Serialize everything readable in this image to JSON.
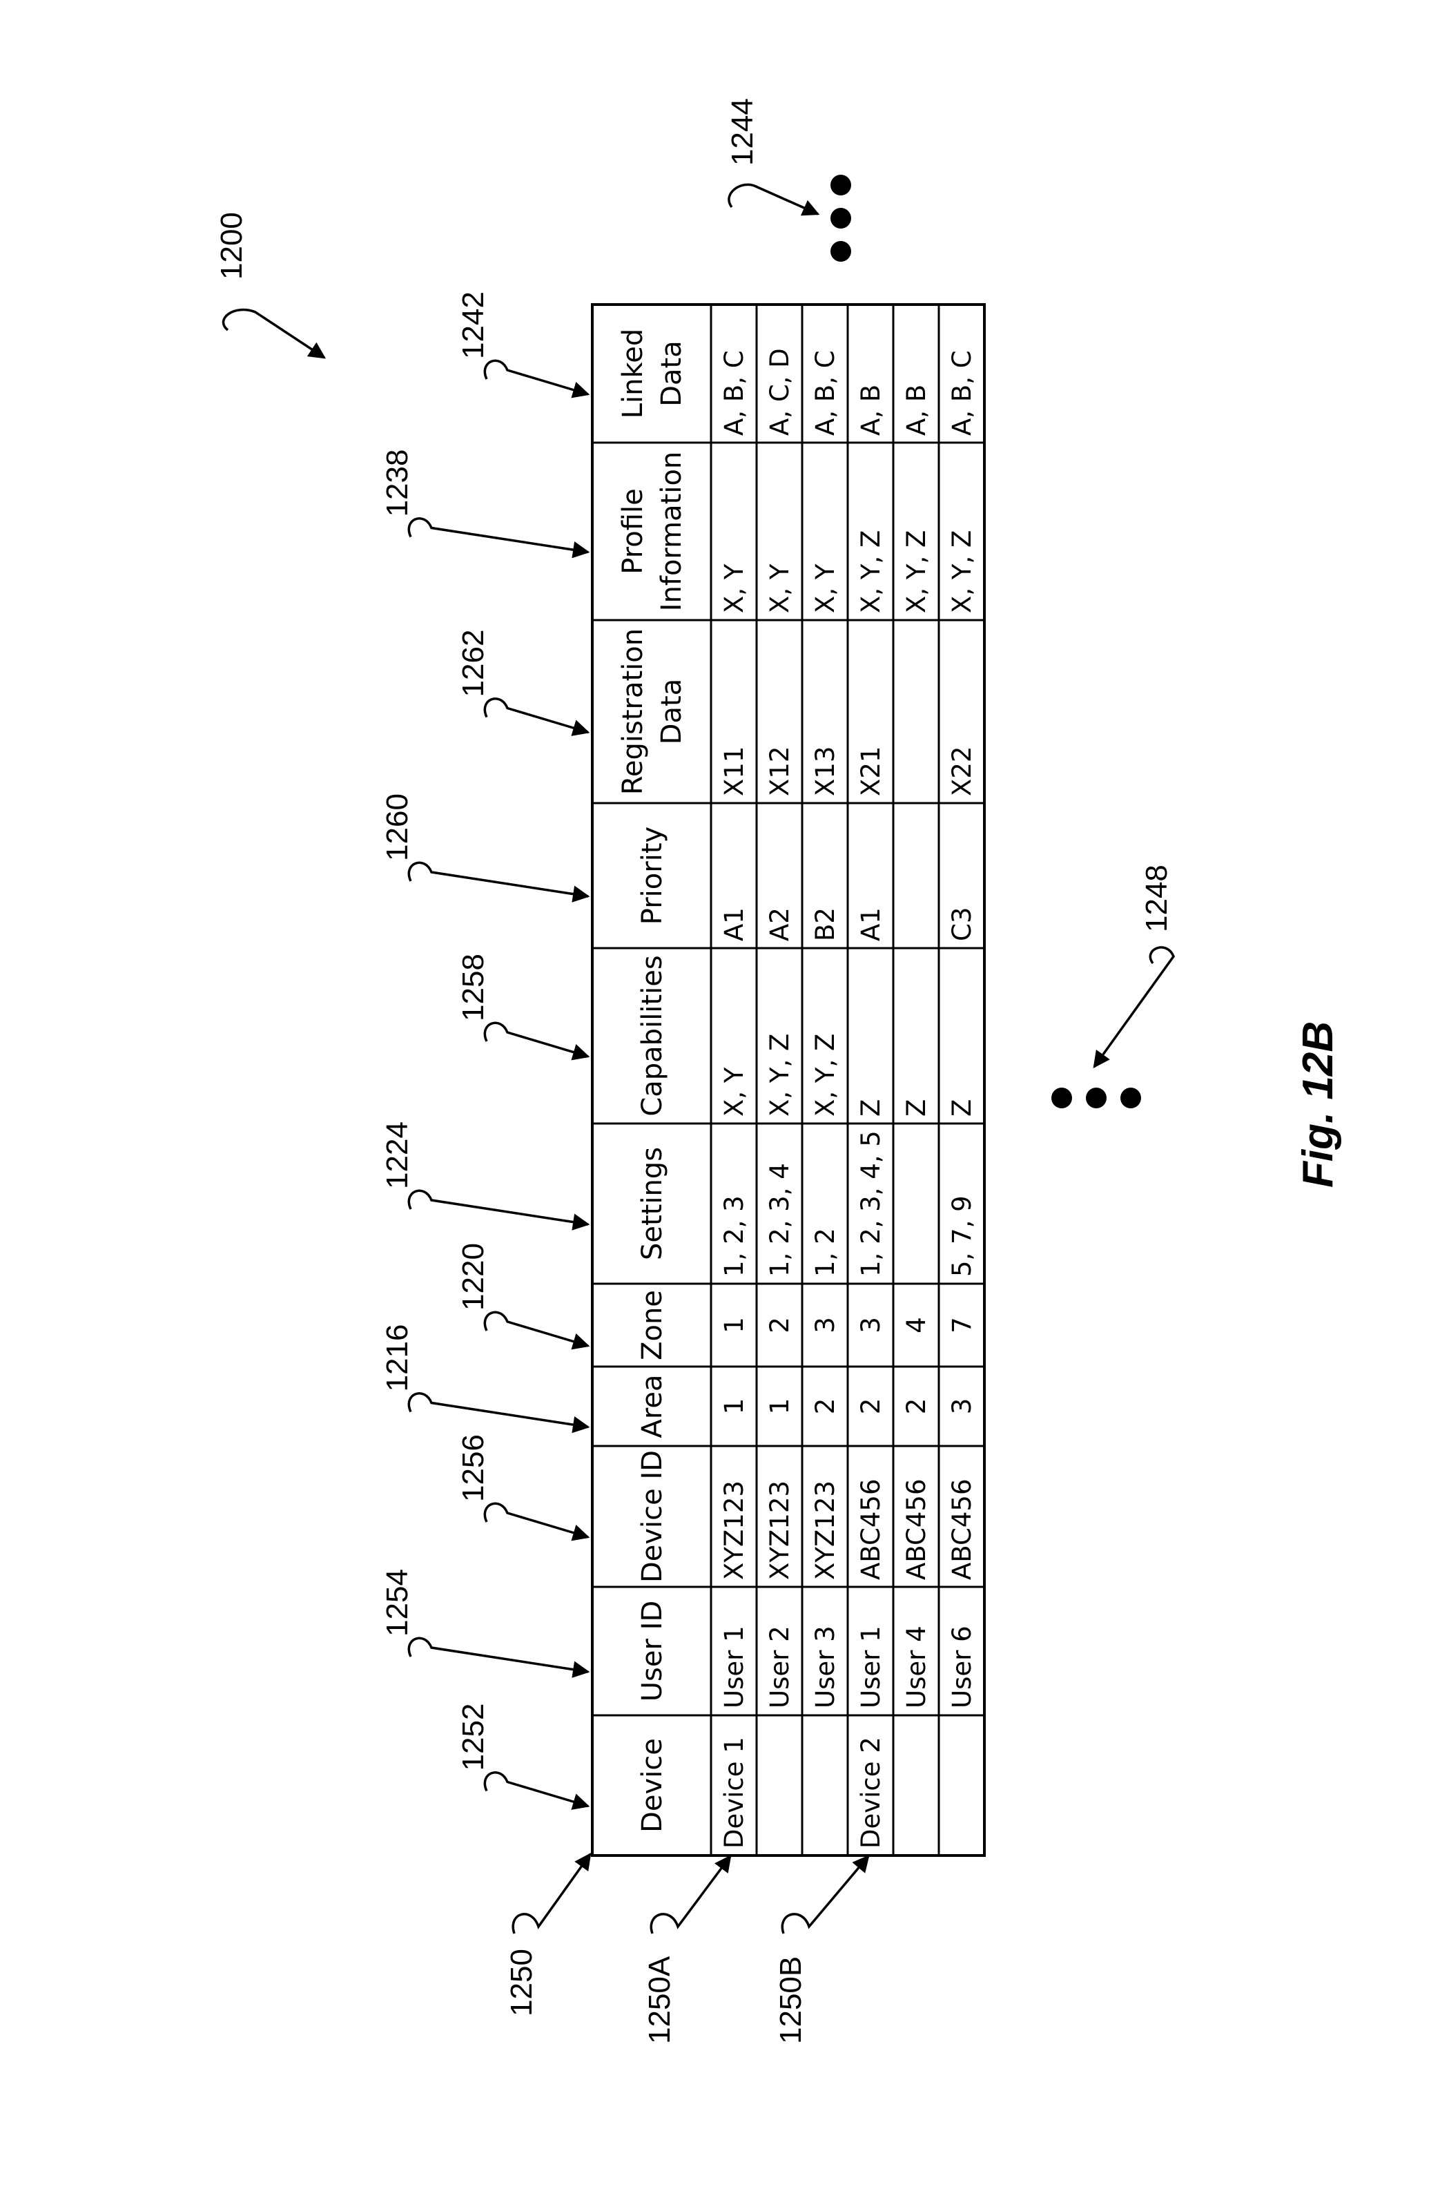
{
  "figure": {
    "caption": "Fig. 12B",
    "ref_main": "1200",
    "ref_table": "1250",
    "ref_row_a": "1250A",
    "ref_row_b": "1250B",
    "ref_more_columns": "1244",
    "ref_more_rows": "1248"
  },
  "table": {
    "columns": [
      {
        "ref": "1252",
        "label": [
          "Device"
        ]
      },
      {
        "ref": "1254",
        "label": [
          "User ID"
        ]
      },
      {
        "ref": "1256",
        "label": [
          "Device ID"
        ]
      },
      {
        "ref": "1216",
        "label": [
          "Area"
        ]
      },
      {
        "ref": "1220",
        "label": [
          "Zone"
        ]
      },
      {
        "ref": "1224",
        "label": [
          "Settings"
        ]
      },
      {
        "ref": "1258",
        "label": [
          "Capabilities"
        ]
      },
      {
        "ref": "1260",
        "label": [
          "Priority"
        ]
      },
      {
        "ref": "1262",
        "label": [
          "Registration",
          "Data"
        ]
      },
      {
        "ref": "1238",
        "label": [
          "Profile",
          "Information"
        ]
      },
      {
        "ref": "1242",
        "label": [
          "Linked",
          "Data"
        ]
      }
    ],
    "rows": [
      [
        "Device 1",
        "User 1",
        "XYZ123",
        "1",
        "1",
        "1, 2, 3",
        "X, Y",
        "A1",
        "X11",
        "X, Y",
        "A, B, C"
      ],
      [
        "",
        "User 2",
        "XYZ123",
        "1",
        "2",
        "1, 2, 3, 4",
        "X, Y, Z",
        "A2",
        "X12",
        "X, Y",
        "A, C, D"
      ],
      [
        "",
        "User 3",
        "XYZ123",
        "2",
        "3",
        "1, 2",
        "X, Y, Z",
        "B2",
        "X13",
        "X, Y",
        "A, B, C"
      ],
      [
        "Device 2",
        "User 1",
        "ABC456",
        "2",
        "3",
        "1, 2, 3, 4, 5",
        "Z",
        "A1",
        "X21",
        "X, Y, Z",
        "A, B"
      ],
      [
        "",
        "User 4",
        "ABC456",
        "2",
        "4",
        "",
        "Z",
        "",
        "",
        "X, Y, Z",
        "A, B"
      ],
      [
        "",
        "User 6",
        "ABC456",
        "3",
        "7",
        "5, 7, 9",
        "Z",
        "C3",
        "X22",
        "X, Y, Z",
        "A, B, C"
      ]
    ]
  }
}
